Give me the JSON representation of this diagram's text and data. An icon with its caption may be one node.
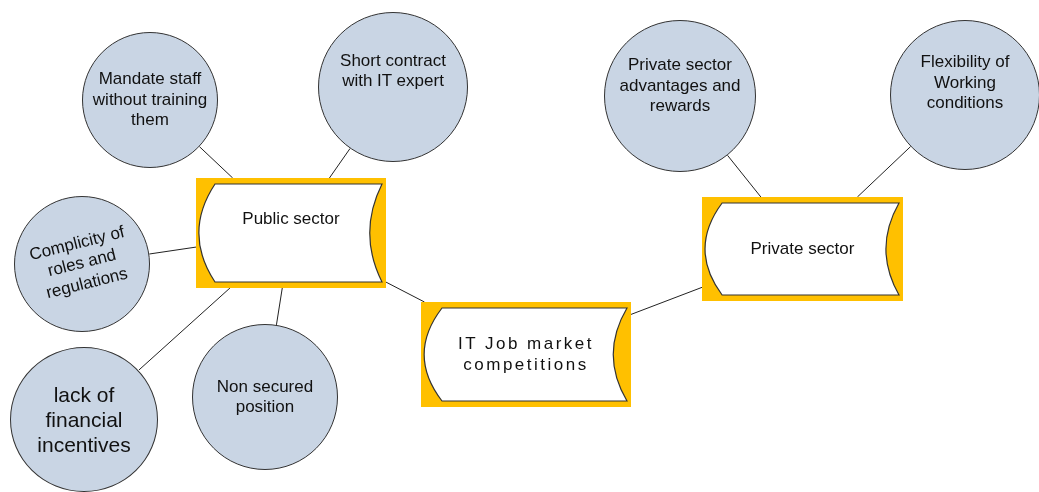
{
  "diagram": {
    "nodes": [
      {
        "text": [
          "Mandate staff without training them"
        ]
      },
      {
        "text": [
          "Short contract with IT expert"
        ]
      },
      {
        "text": [
          "Private sector advantages and rewards"
        ]
      },
      {
        "text": [
          "Flexibility of Working conditions"
        ]
      },
      {
        "text": [
          "Public sector"
        ]
      },
      {
        "text": [
          "Complicity of roles and regulations"
        ]
      },
      {
        "text": [
          "Private sector"
        ]
      },
      {
        "text": [
          "IT Job market competitions"
        ]
      },
      {
        "text": [
          "Non secured position"
        ]
      },
      {
        "text": [
          "lack of financial incentives"
        ]
      }
    ],
    "edges": [
      {
        "from": 4,
        "to": 0,
        "arrow": "none"
      },
      {
        "from": 4,
        "to": 1,
        "arrow": "none"
      },
      {
        "from": 4,
        "to": 5,
        "arrow": "none"
      },
      {
        "from": 4,
        "to": 9,
        "arrow": "none"
      },
      {
        "from": 4,
        "to": 8,
        "arrow": "none"
      },
      {
        "from": 4,
        "to": 7,
        "arrow": "none"
      },
      {
        "from": 7,
        "to": 6,
        "arrow": "none"
      },
      {
        "from": 6,
        "to": 2,
        "arrow": "none"
      },
      {
        "from": 6,
        "to": 3,
        "arrow": "none"
      }
    ]
  }
}
